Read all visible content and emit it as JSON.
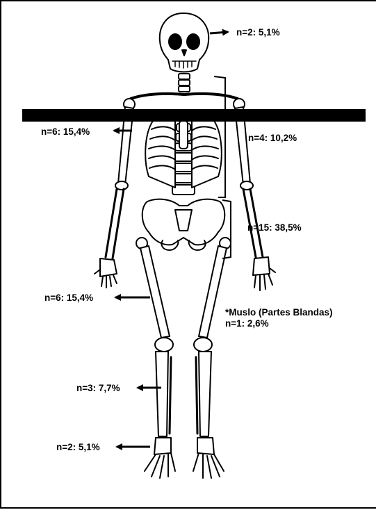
{
  "labels": {
    "skull": "n=2: 5,1%",
    "arm": "n=6: 15,4%",
    "thorax": "n=4: 10,2%",
    "pelvis": "n=15: 38,5%",
    "femur": "n=6: 15,4%",
    "thigh_soft_tissue_title": "*Muslo (Partes Blandas)",
    "thigh_soft_tissue_value": "n=1: 2,6%",
    "leg": "n=3: 7,7%",
    "foot": "n=2: 5,1%"
  }
}
